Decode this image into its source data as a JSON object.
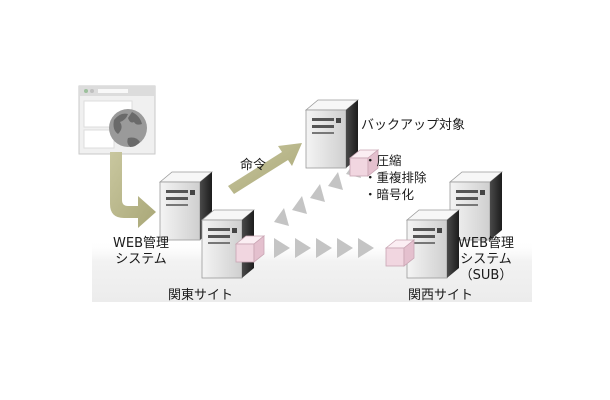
{
  "labels": {
    "backup_target": "バックアップ対象",
    "command": "命令",
    "web_mgmt_main_line1": "WEB管理",
    "web_mgmt_main_line2": "システム",
    "web_mgmt_sub_line1": "WEB管理",
    "web_mgmt_sub_line2": "システム",
    "web_mgmt_sub_line3": "（SUB）",
    "kanto_site": "関東サイト",
    "kansai_site": "関西サイト"
  },
  "features": [
    "・圧縮",
    "・重複排除",
    "・暗号化"
  ],
  "colors": {
    "server_light": "#e6e6e6",
    "server_dark": "#3a3a3a",
    "olive_arrow": "#b9b78c",
    "data_cube": "#f3dde6",
    "gray_arrow": "#c4c4c4",
    "site_floor": "#efefef"
  },
  "icons": [
    "browser-globe-icon",
    "server-icon",
    "data-cube-icon"
  ]
}
